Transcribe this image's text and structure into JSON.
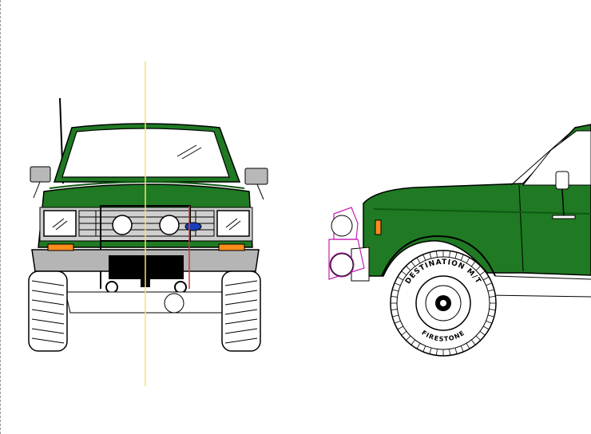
{
  "drawing": {
    "views": [
      "front-view",
      "side-view"
    ],
    "tire_sidewall_text": [
      "DESTINATION M/T",
      "FIRESTONE"
    ],
    "body_color": "#1f7a23",
    "body_dark": "#0f5a12",
    "outline_color": "#000000",
    "bumper_color": "#b5b5b5",
    "lamp_amber": "#ff8c1a",
    "centerline_color": "#f3e36a",
    "guide_red": "#d43a3a",
    "badge_blue": "#1a3db8",
    "light_overlay_color": "#c11fb0"
  }
}
